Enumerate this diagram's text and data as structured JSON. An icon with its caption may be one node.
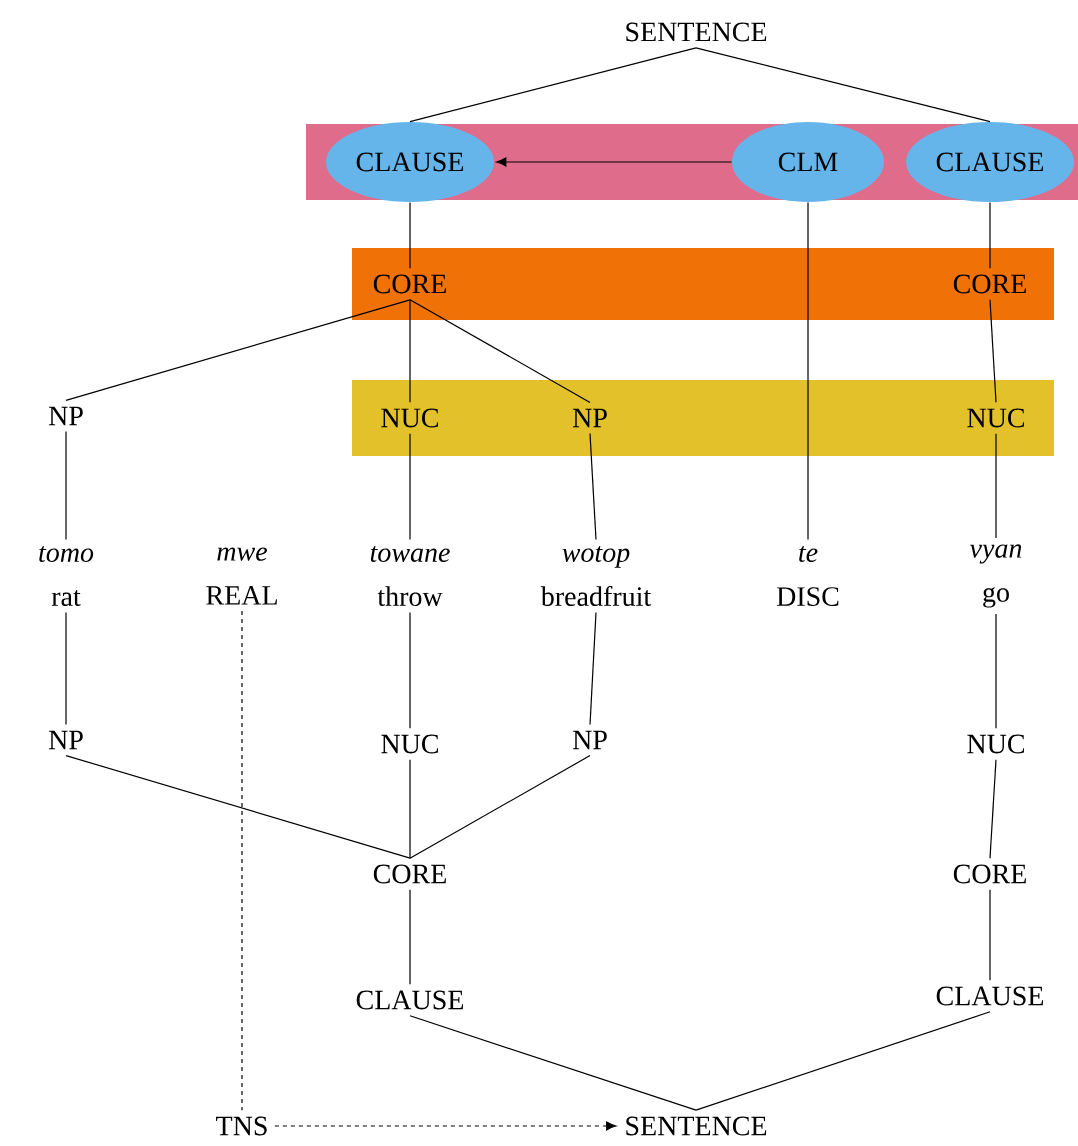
{
  "diagram": {
    "nodes": [
      {
        "text": [
          "SENTENCE"
        ]
      },
      {
        "text": [],
        "shape": "bar"
      },
      {
        "text": [
          "CLAUSE"
        ],
        "in": 1
      },
      {
        "text": [
          "CLM"
        ],
        "in": 1
      },
      {
        "text": [
          "CLAUSE"
        ],
        "in": 1
      },
      {
        "text": [],
        "shape": "bar"
      },
      {
        "text": [
          "CORE"
        ],
        "in": 5
      },
      {
        "text": [
          "CORE"
        ],
        "in": 5
      },
      {
        "text": [
          "NP"
        ]
      },
      {
        "text": [],
        "shape": "bar"
      },
      {
        "text": [
          "NUC"
        ],
        "in": 9
      },
      {
        "text": [
          "NP"
        ],
        "in": 9
      },
      {
        "text": [
          "NUC"
        ],
        "in": 9
      },
      {
        "text": [
          "tomo",
          "rat"
        ]
      },
      {
        "text": [
          "mwe",
          "REAL"
        ]
      },
      {
        "text": [
          "towane",
          "throw"
        ]
      },
      {
        "text": [
          "wotop",
          "breadfruit"
        ]
      },
      {
        "text": [
          "te",
          "DISC"
        ]
      },
      {
        "text": [
          "vyan",
          "go"
        ]
      },
      {
        "text": [
          "NP"
        ]
      },
      {
        "text": [
          "NUC"
        ]
      },
      {
        "text": [
          "NP"
        ]
      },
      {
        "text": [
          "NUC"
        ]
      },
      {
        "text": [
          "CORE"
        ]
      },
      {
        "text": [
          "CORE"
        ]
      },
      {
        "text": [
          "CLAUSE"
        ]
      },
      {
        "text": [
          "CLAUSE"
        ]
      },
      {
        "text": [
          "TNS"
        ]
      },
      {
        "text": [
          "SENTENCE"
        ]
      }
    ],
    "edges": [
      {
        "from": 0,
        "to": 2,
        "arrow": "none"
      },
      {
        "from": 0,
        "to": 4,
        "arrow": "none"
      },
      {
        "from": 3,
        "to": 2,
        "arrow": "to"
      },
      {
        "from": 2,
        "to": 6,
        "arrow": "none"
      },
      {
        "from": 4,
        "to": 7,
        "arrow": "none"
      },
      {
        "from": 6,
        "to": 8,
        "arrow": "none"
      },
      {
        "from": 6,
        "to": 10,
        "arrow": "none"
      },
      {
        "from": 6,
        "to": 11,
        "arrow": "none"
      },
      {
        "from": 7,
        "to": 12,
        "arrow": "none"
      },
      {
        "from": 8,
        "to": 13,
        "arrow": "none"
      },
      {
        "from": 10,
        "to": 15,
        "arrow": "none"
      },
      {
        "from": 11,
        "to": 16,
        "arrow": "none"
      },
      {
        "from": 3,
        "to": 17,
        "arrow": "none"
      },
      {
        "from": 12,
        "to": 18,
        "arrow": "none"
      },
      {
        "from": 13,
        "to": 19,
        "arrow": "none"
      },
      {
        "from": 15,
        "to": 20,
        "arrow": "none"
      },
      {
        "from": 16,
        "to": 21,
        "arrow": "none"
      },
      {
        "from": 18,
        "to": 22,
        "arrow": "none"
      },
      {
        "from": 19,
        "to": 23,
        "arrow": "none"
      },
      {
        "from": 20,
        "to": 23,
        "arrow": "none"
      },
      {
        "from": 21,
        "to": 23,
        "arrow": "none"
      },
      {
        "from": 22,
        "to": 24,
        "arrow": "none"
      },
      {
        "from": 23,
        "to": 25,
        "arrow": "none"
      },
      {
        "from": 24,
        "to": 26,
        "arrow": "none"
      },
      {
        "from": 25,
        "to": 28,
        "arrow": "none"
      },
      {
        "from": 26,
        "to": 28,
        "arrow": "none"
      },
      {
        "from": 14,
        "to": 27,
        "arrow": "none",
        "style": "dashed"
      },
      {
        "from": 27,
        "to": 28,
        "arrow": "to",
        "style": "dashed"
      }
    ]
  }
}
